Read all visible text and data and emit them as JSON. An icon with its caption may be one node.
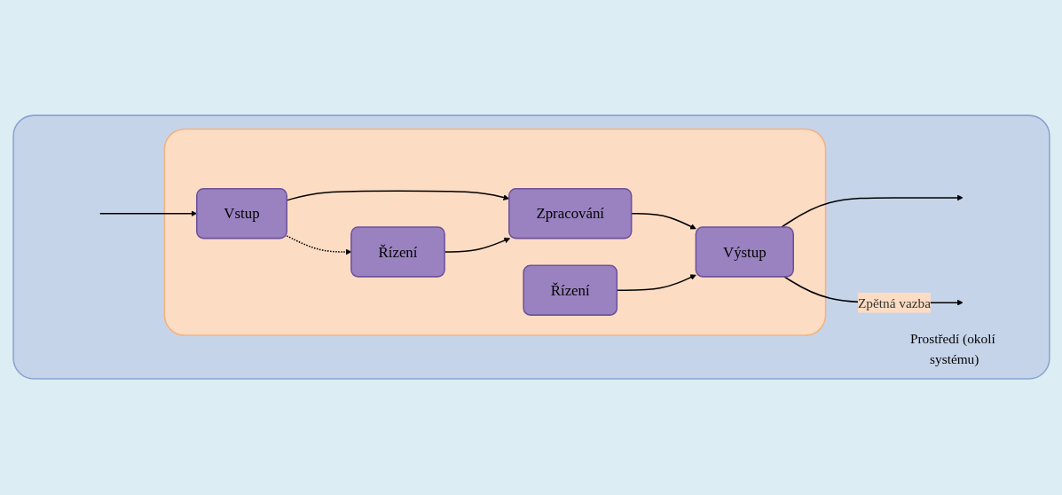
{
  "diagram": {
    "nodes": [
      {
        "text": [
          "Prostředí (okolí systému)"
        ]
      },
      {
        "text": [],
        "shape": "box",
        "in": 0
      },
      {
        "text": [
          "Vstup"
        ],
        "in": 1
      },
      {
        "text": [
          "Řízení"
        ],
        "in": 1
      },
      {
        "text": [
          "Zpracování"
        ],
        "in": 1
      },
      {
        "text": [
          "Řízení"
        ],
        "in": 1
      },
      {
        "text": [
          "Výstup"
        ],
        "in": 1
      }
    ],
    "edges": [
      {
        "from": null,
        "to": 2,
        "arrow": "to"
      },
      {
        "from": 2,
        "to": 4,
        "arrow": "to"
      },
      {
        "from": 2,
        "to": 3,
        "arrow": "to",
        "style": "dashed"
      },
      {
        "from": 3,
        "to": 4,
        "arrow": "to"
      },
      {
        "from": 4,
        "to": 6,
        "arrow": "to"
      },
      {
        "from": 5,
        "to": 6,
        "arrow": "to"
      },
      {
        "from": 6,
        "to": null,
        "arrow": "to"
      },
      {
        "from": 6,
        "to": null,
        "arrow": "to",
        "label": "Zpětná vazba"
      }
    ]
  }
}
